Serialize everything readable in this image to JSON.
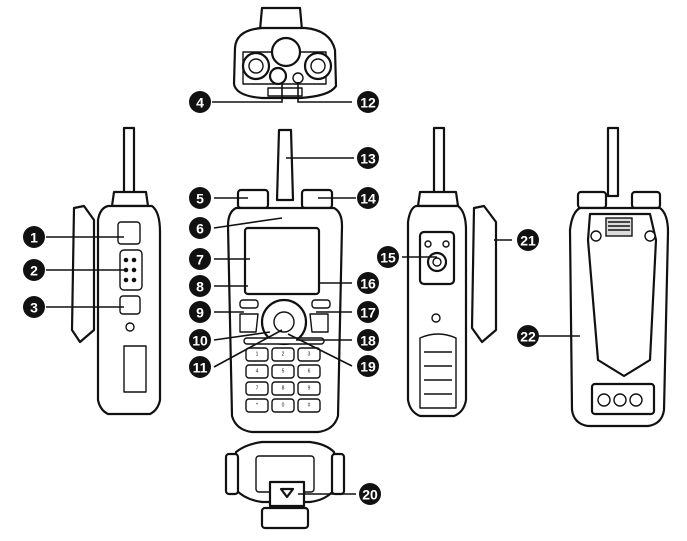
{
  "callouts": [
    {
      "id": "c1",
      "label": "1"
    },
    {
      "id": "c2",
      "label": "2"
    },
    {
      "id": "c3",
      "label": "3"
    },
    {
      "id": "c4",
      "label": "4"
    },
    {
      "id": "c5",
      "label": "5"
    },
    {
      "id": "c6",
      "label": "6"
    },
    {
      "id": "c7",
      "label": "7"
    },
    {
      "id": "c8",
      "label": "8"
    },
    {
      "id": "c9",
      "label": "9"
    },
    {
      "id": "c10",
      "label": "10"
    },
    {
      "id": "c11",
      "label": "11"
    },
    {
      "id": "c12",
      "label": "12"
    },
    {
      "id": "c13",
      "label": "13"
    },
    {
      "id": "c14",
      "label": "14"
    },
    {
      "id": "c15",
      "label": "15"
    },
    {
      "id": "c16",
      "label": "16"
    },
    {
      "id": "c17",
      "label": "17"
    },
    {
      "id": "c18",
      "label": "18"
    },
    {
      "id": "c19",
      "label": "19"
    },
    {
      "id": "c20",
      "label": "20"
    },
    {
      "id": "c21",
      "label": "21"
    },
    {
      "id": "c22",
      "label": "22"
    }
  ],
  "keypad": [
    "1",
    "2",
    "3",
    "4",
    "5",
    "6",
    "7",
    "8",
    "9",
    "*",
    "0",
    "#"
  ]
}
